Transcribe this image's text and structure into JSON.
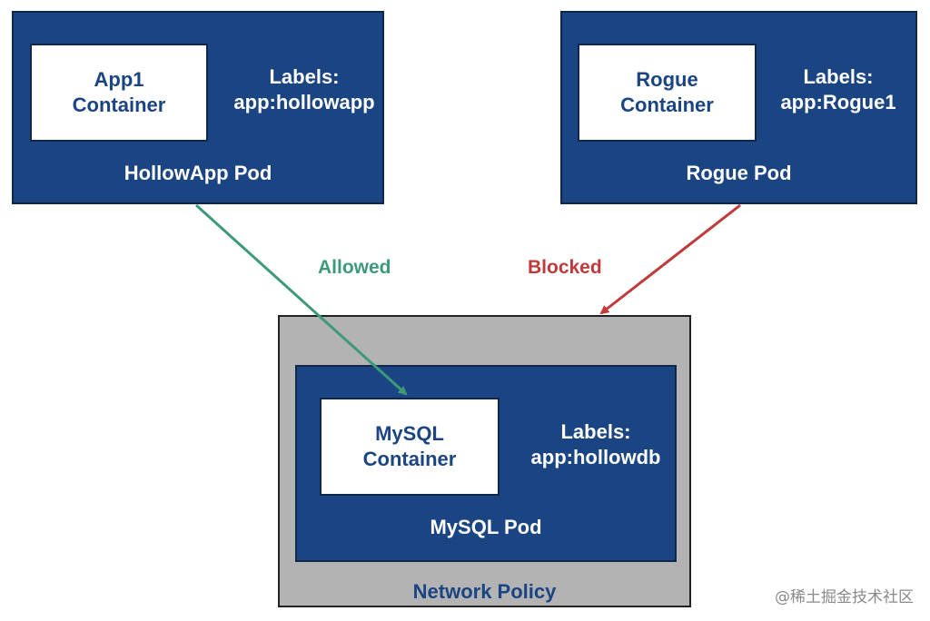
{
  "hollowapp_pod": {
    "container_line1": "App1",
    "container_line2": "Container",
    "labels_title": "Labels:",
    "labels_value": "app:hollowapp",
    "name": "HollowApp Pod"
  },
  "rogue_pod": {
    "container_line1": "Rogue",
    "container_line2": "Container",
    "labels_title": "Labels:",
    "labels_value": "app:Rogue1",
    "name": "Rogue Pod"
  },
  "mysql_pod": {
    "container_line1": "MySQL",
    "container_line2": "Container",
    "labels_title": "Labels:",
    "labels_value": "app:hollowdb",
    "name": "MySQL Pod"
  },
  "network_policy": {
    "name": "Network Policy"
  },
  "edges": {
    "allowed": "Allowed",
    "blocked": "Blocked"
  },
  "watermark": "@稀土掘金技术社区",
  "colors": {
    "pod_fill": "#1b4582",
    "policy_fill": "#b3b3b3",
    "allowed": "#3d9a79",
    "blocked": "#c0393b"
  }
}
